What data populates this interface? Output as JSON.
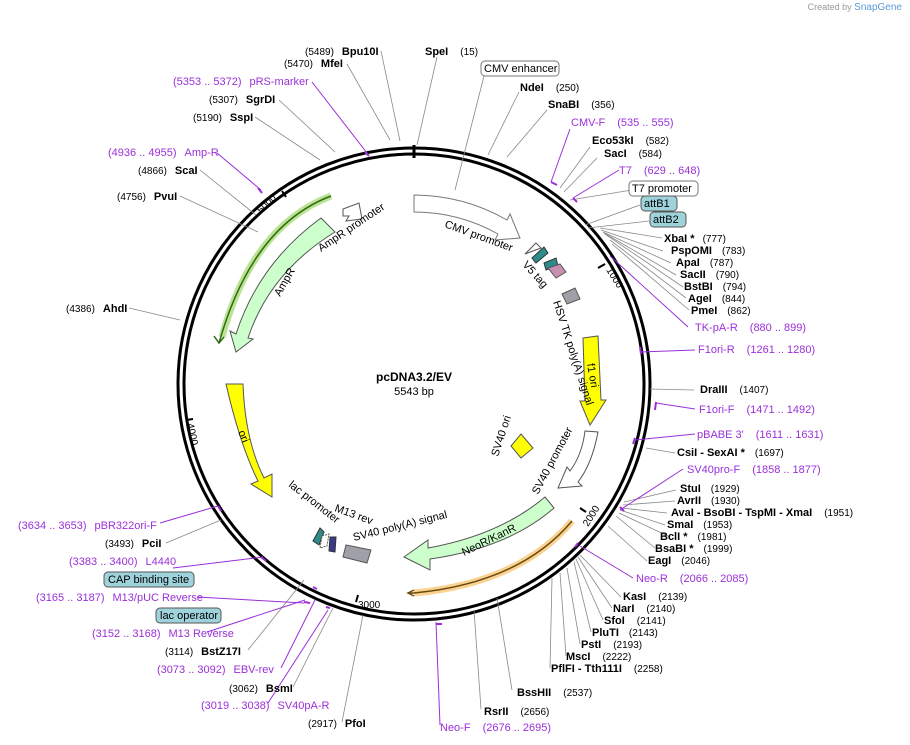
{
  "title": "pcDNA3.2/EV",
  "length_label": "5543 bp",
  "credit": {
    "prefix": "Created by",
    "brand": "SnapGene"
  },
  "colors": {
    "primer": "#9b30d9",
    "backbone": "#000000",
    "yellow": "#ffff00",
    "green": "#ccffcc",
    "orange": "#f5a623",
    "box_fill": "#9fd3dc",
    "feature_gray": "#a0a0a8"
  },
  "ticks": [
    {
      "label": "1000"
    },
    {
      "label": "2000"
    },
    {
      "label": "3000"
    },
    {
      "label": "4000"
    },
    {
      "label": "5000"
    }
  ],
  "enzymes": [
    {
      "name": "SpeI",
      "pos": "(15)"
    },
    {
      "name": "NdeI",
      "pos": "(250)"
    },
    {
      "name": "SnaBI",
      "pos": "(356)"
    },
    {
      "name": "Eco53kI",
      "pos": "(582)"
    },
    {
      "name": "SacI",
      "pos": "(584)"
    },
    {
      "name": "XbaI *",
      "pos": "(777)"
    },
    {
      "name": "PspOMI",
      "pos": "(783)"
    },
    {
      "name": "ApaI",
      "pos": "(787)"
    },
    {
      "name": "SacII",
      "pos": "(790)"
    },
    {
      "name": "BstBI",
      "pos": "(794)"
    },
    {
      "name": "AgeI",
      "pos": "(844)"
    },
    {
      "name": "PmeI",
      "pos": "(862)"
    },
    {
      "name": "DraIII",
      "pos": "(1407)"
    },
    {
      "name": "CsiI - SexAI *",
      "pos": "(1697)"
    },
    {
      "name": "StuI",
      "pos": "(1929)"
    },
    {
      "name": "AvrII",
      "pos": "(1930)"
    },
    {
      "name": "AvaI - BsoBI - TspMI - XmaI",
      "pos": "(1951)"
    },
    {
      "name": "SmaI",
      "pos": "(1953)"
    },
    {
      "name": "BclI *",
      "pos": "(1981)"
    },
    {
      "name": "BsaBI *",
      "pos": "(1999)"
    },
    {
      "name": "EagI",
      "pos": "(2046)"
    },
    {
      "name": "KasI",
      "pos": "(2139)"
    },
    {
      "name": "NarI",
      "pos": "(2140)"
    },
    {
      "name": "SfoI",
      "pos": "(2141)"
    },
    {
      "name": "PluTI",
      "pos": "(2143)"
    },
    {
      "name": "PstI",
      "pos": "(2193)"
    },
    {
      "name": "MscI",
      "pos": "(2222)"
    },
    {
      "name": "PflFI - Tth111I",
      "pos": "(2258)"
    },
    {
      "name": "BssHII",
      "pos": "(2537)"
    },
    {
      "name": "RsrII",
      "pos": "(2656)"
    },
    {
      "name": "PfoI",
      "pos": "(2917)"
    },
    {
      "name": "BsmI",
      "pos": "(3062)"
    },
    {
      "name": "BstZ17I",
      "pos": "(3114)"
    },
    {
      "name": "PciI",
      "pos": "(3493)"
    },
    {
      "name": "AhdI",
      "pos": "(4386)"
    },
    {
      "name": "PvuI",
      "pos": "(4756)"
    },
    {
      "name": "ScaI",
      "pos": "(4866)"
    },
    {
      "name": "SspI",
      "pos": "(5190)"
    },
    {
      "name": "SgrDI",
      "pos": "(5307)"
    },
    {
      "name": "MfeI",
      "pos": "(5470)"
    },
    {
      "name": "Bpu10I",
      "pos": "(5489)"
    }
  ],
  "primers": [
    {
      "name": "CMV-F",
      "range": "(535 .. 555)"
    },
    {
      "name": "T7",
      "range": "(629 .. 648)"
    },
    {
      "name": "TK-pA-R",
      "range": "(880 .. 899)"
    },
    {
      "name": "F1ori-R",
      "range": "(1261 .. 1280)"
    },
    {
      "name": "F1ori-F",
      "range": "(1471 .. 1492)"
    },
    {
      "name": "pBABE 3'",
      "range": "(1611 .. 1631)"
    },
    {
      "name": "SV40pro-F",
      "range": "(1858 .. 1877)"
    },
    {
      "name": "Neo-R",
      "range": "(2066 .. 2085)"
    },
    {
      "name": "Neo-F",
      "range": "(2676 .. 2695)"
    },
    {
      "name": "SV40pA-R",
      "range": "(3019 .. 3038)"
    },
    {
      "name": "EBV-rev",
      "range": "(3073 .. 3092)"
    },
    {
      "name": "M13 Reverse",
      "range": "(3152 .. 3168)"
    },
    {
      "name": "M13/pUC Reverse",
      "range": "(3165 .. 3187)"
    },
    {
      "name": "L4440",
      "range": "(3383 .. 3400)"
    },
    {
      "name": "pBR322ori-F",
      "range": "(3634 .. 3653)"
    },
    {
      "name": "Amp-R",
      "range": "(4936 .. 4955)"
    },
    {
      "name": "pRS-marker",
      "range": "(5353 .. 5372)"
    }
  ],
  "boxed_features": [
    {
      "name": "CMV enhancer"
    },
    {
      "name": "T7 promoter"
    },
    {
      "name": "attB1"
    },
    {
      "name": "attB2"
    },
    {
      "name": "CAP binding site"
    },
    {
      "name": "lac operator"
    }
  ],
  "feature_labels": [
    {
      "name": "CMV promoter"
    },
    {
      "name": "V5 tag"
    },
    {
      "name": "HSV TK poly(A) signal"
    },
    {
      "name": "f1 ori"
    },
    {
      "name": "SV40 ori"
    },
    {
      "name": "SV40 promoter"
    },
    {
      "name": "NeoR/KanR"
    },
    {
      "name": "SV40 poly(A) signal"
    },
    {
      "name": "M13 rev"
    },
    {
      "name": "lac promoter"
    },
    {
      "name": "ori"
    },
    {
      "name": "AmpR"
    },
    {
      "name": "AmpR promoter"
    }
  ]
}
